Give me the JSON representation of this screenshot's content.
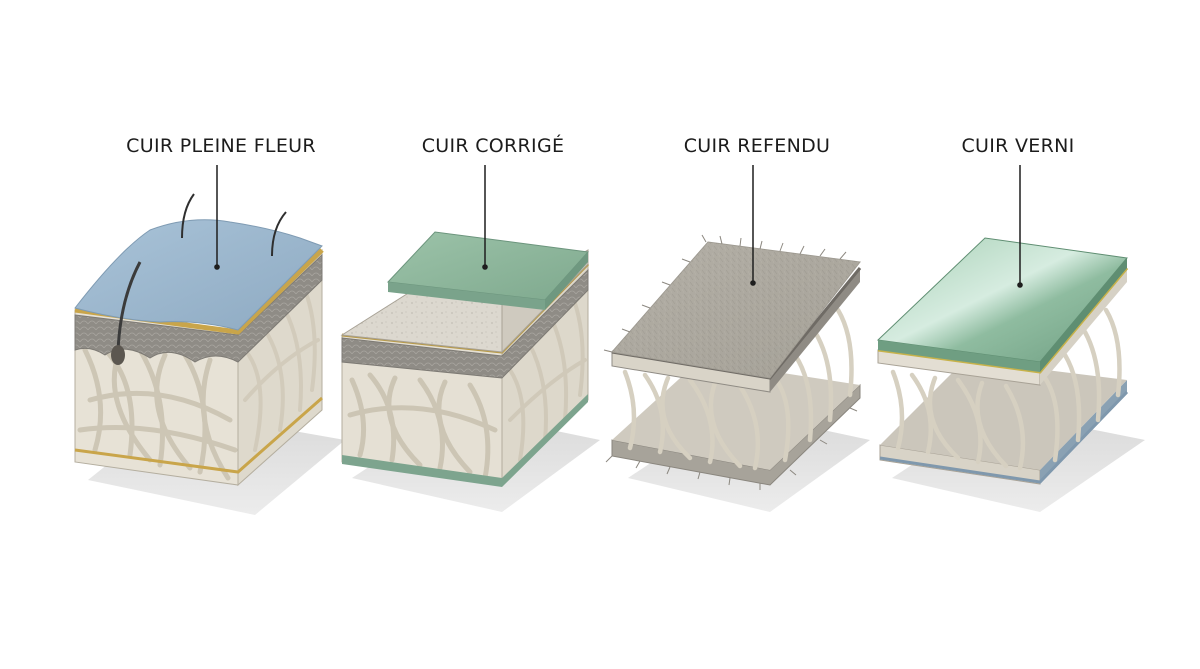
{
  "diagram": {
    "layers": [
      {
        "id": "pleine-fleur",
        "title": "CUIR PLEINE FLEUR",
        "grain_color": "#9fb9cf",
        "band_color": "#c9a54a"
      },
      {
        "id": "corrige",
        "title": "CUIR CORRIGÉ",
        "grain_color": "#8fb59d",
        "band_color": "#b89b4a"
      },
      {
        "id": "refendu",
        "title": "CUIR REFENDU",
        "grain_color": "#aaa69d",
        "band_color": "#8f8b84"
      },
      {
        "id": "verni",
        "title": "CUIR VERNI",
        "grain_color": "#86b39a",
        "band_color": "#c7b24a"
      }
    ]
  }
}
